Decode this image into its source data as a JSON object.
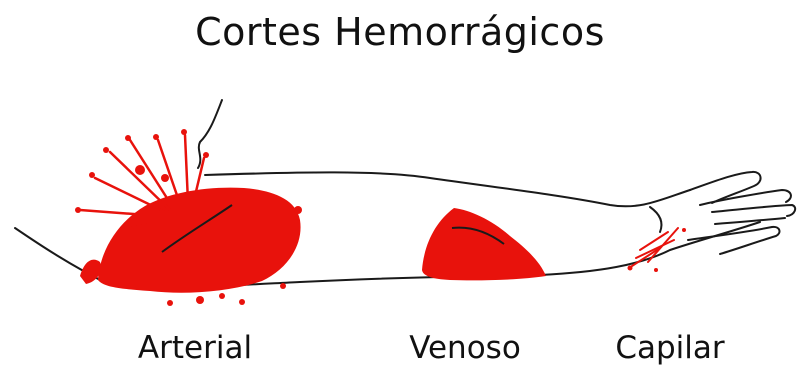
{
  "title": "Cortes Hemorrágicos",
  "labels": {
    "arterial": "Arterial",
    "venoso": "Venoso",
    "capilar": "Capilar"
  },
  "colors": {
    "blood": "#e8120c",
    "outline": "#1a1a1a",
    "text": "#111111"
  }
}
